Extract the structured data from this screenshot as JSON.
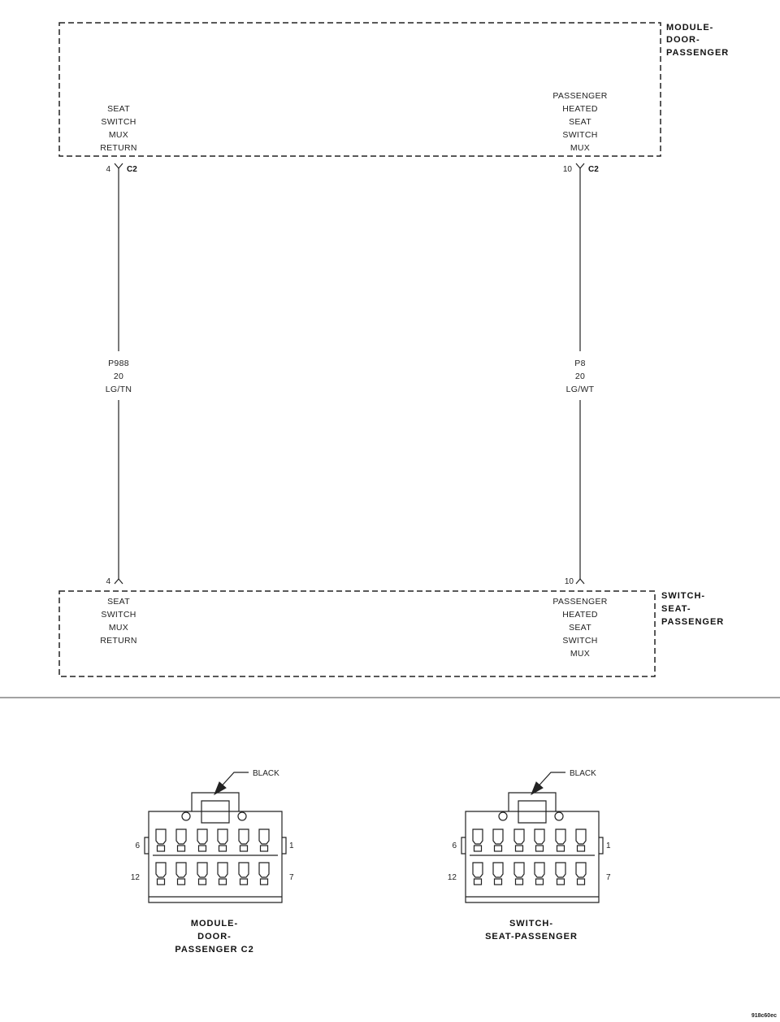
{
  "module": {
    "name_lines": [
      "MODULE-",
      "DOOR-",
      "PASSENGER"
    ],
    "left_label": [
      "SEAT",
      "SWITCH",
      "MUX",
      "RETURN"
    ],
    "right_label": [
      "PASSENGER",
      "HEATED",
      "SEAT",
      "SWITCH",
      "MUX"
    ],
    "left_pin": "4",
    "right_pin": "10",
    "connector": "C2"
  },
  "wires": [
    {
      "circuit": "P988",
      "gauge": "20",
      "color": "LG/TN"
    },
    {
      "circuit": "P8",
      "gauge": "20",
      "color": "LG/WT"
    }
  ],
  "switch": {
    "name_lines": [
      "SWITCH-",
      "SEAT-",
      "PASSENGER"
    ],
    "left_label": [
      "SEAT",
      "SWITCH",
      "MUX",
      "RETURN"
    ],
    "right_label": [
      "PASSENGER",
      "HEATED",
      "SEAT",
      "SWITCH",
      "MUX"
    ],
    "left_pin": "4",
    "right_pin": "10"
  },
  "connectors": [
    {
      "color": "BLACK",
      "pin_top_left": "6",
      "pin_top_right": "1",
      "pin_bottom_left": "12",
      "pin_bottom_right": "7",
      "caption_lines": [
        "MODULE-",
        "DOOR-",
        "PASSENGER C2"
      ]
    },
    {
      "color": "BLACK",
      "pin_top_left": "6",
      "pin_top_right": "1",
      "pin_bottom_left": "12",
      "pin_bottom_right": "7",
      "caption_lines": [
        "SWITCH-",
        "SEAT-PASSENGER"
      ]
    }
  ],
  "figure_id": "918c60ec"
}
